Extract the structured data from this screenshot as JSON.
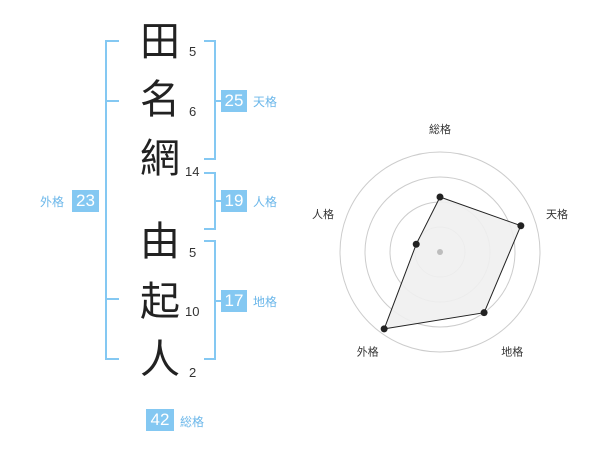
{
  "characters": [
    {
      "char": "田",
      "strokes": "5"
    },
    {
      "char": "名",
      "strokes": "6"
    },
    {
      "char": "網",
      "strokes": "14"
    },
    {
      "char": "由",
      "strokes": "5"
    },
    {
      "char": "起",
      "strokes": "10"
    },
    {
      "char": "人",
      "strokes": "2"
    }
  ],
  "scores": {
    "tenkaku": {
      "value": "25",
      "label": "天格"
    },
    "jinkaku": {
      "value": "19",
      "label": "人格"
    },
    "chikaku": {
      "value": "17",
      "label": "地格"
    },
    "gaikaku": {
      "value": "23",
      "label": "外格"
    },
    "soukaku": {
      "value": "42",
      "label": "総格"
    }
  },
  "chart_data": {
    "type": "radar",
    "axes": [
      "総格",
      "天格",
      "地格",
      "外格",
      "人格"
    ],
    "values": [
      0.55,
      0.85,
      0.75,
      0.95,
      0.25
    ],
    "rings": 4,
    "colors": {
      "fill": "#efefef",
      "line": "#222222",
      "ring": "#cccccc",
      "center": "#bdbdbd"
    }
  },
  "colors": {
    "accent": "#84c8f2",
    "accent_text": "#6bb7ea"
  }
}
